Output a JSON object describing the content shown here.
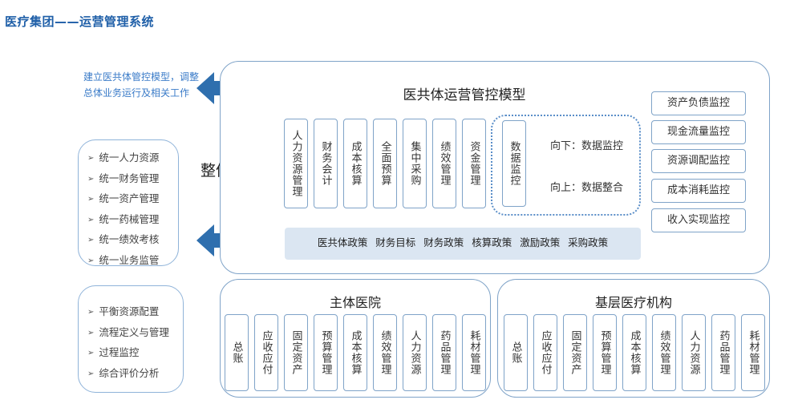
{
  "page_title": "医疗集团——运营管理系统",
  "left_note": "建立医共体管控模型，调整总体业务运行及相关工作",
  "left_list_1": [
    "统一人力资源",
    "统一财务管理",
    "统一资产管理",
    "统一药械管理",
    "统一绩效考核",
    "统一业务监管"
  ],
  "left_list_2": [
    "平衡资源配置",
    "流程定义与管理",
    "过程监控",
    "综合评价分析"
  ],
  "mid_label": "整体管控",
  "model": {
    "title": "医共体运营管控模型",
    "modules": [
      "人力资源管理",
      "财务会计",
      "成本核算",
      "全面预算",
      "集中采购",
      "绩效管理",
      "资金管理"
    ],
    "data_monitor": "数据监控",
    "down_text": "向下：数据监控",
    "up_text": "向上：数据整合",
    "policy": "医共体政策 财务目标 财务政策 核算政策 激励政策 采购政策",
    "right_items": [
      "资产负债监控",
      "现金流量监控",
      "资源调配监控",
      "成本消耗监控",
      "收入实现监控"
    ]
  },
  "main_hospital": {
    "title": "主体医院",
    "items": [
      "总账",
      "应收应付",
      "固定资产",
      "预算管理",
      "成本核算",
      "绩效管理",
      "人力资源",
      "药品管理",
      "耗材管理"
    ]
  },
  "primary_care": {
    "title": "基层医疗机构",
    "items": [
      "总账",
      "应收应付",
      "固定资产",
      "预算管理",
      "成本核算",
      "绩效管理",
      "人力资源",
      "药品管理",
      "耗材管理"
    ]
  },
  "colors": {
    "title": "#1f5fa8",
    "arrow": "#2f6fae",
    "border": "#7fa3c8",
    "policy_bg": "#dbe6f2"
  }
}
